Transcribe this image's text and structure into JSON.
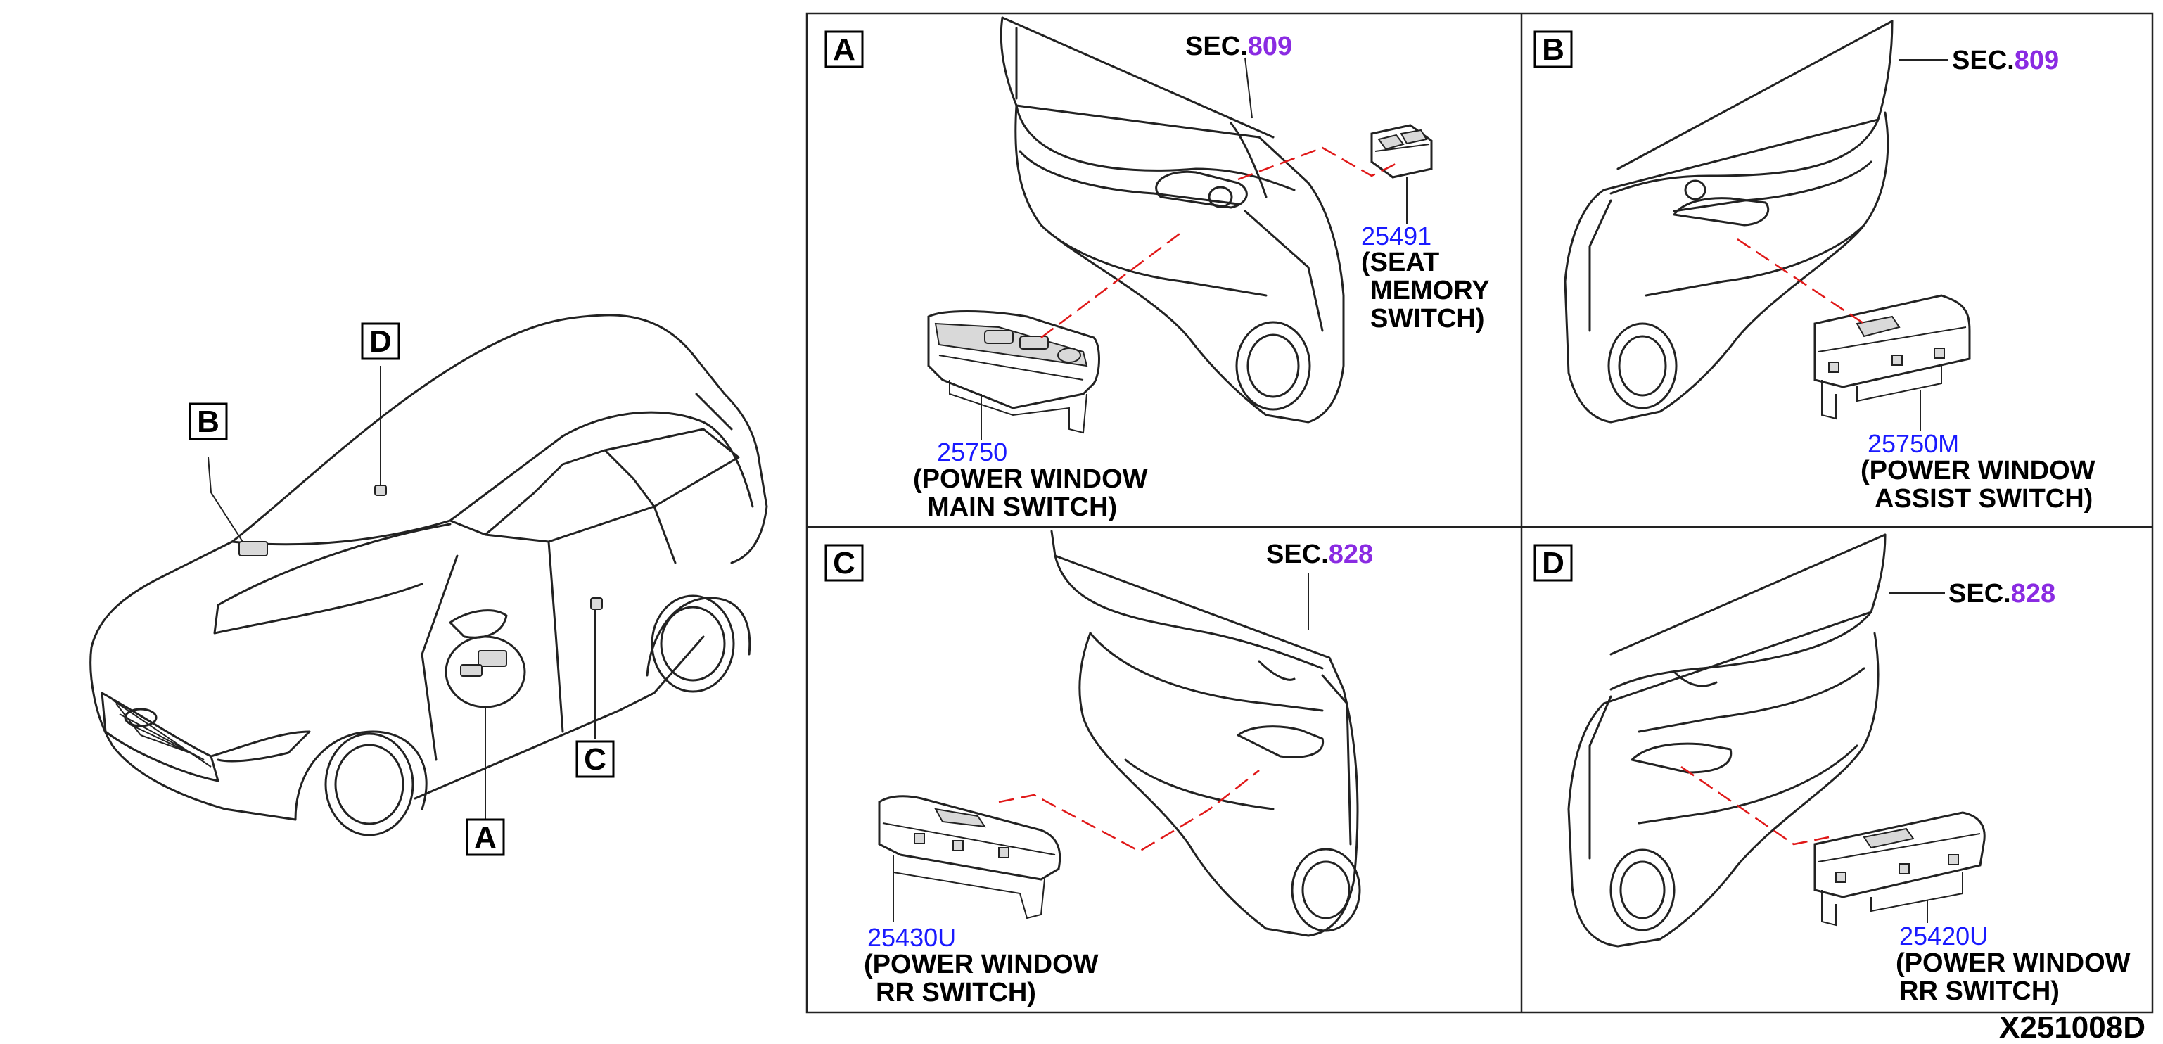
{
  "diagram_code": "X251008D",
  "car_callouts": [
    "A",
    "B",
    "C",
    "D"
  ],
  "panels": [
    {
      "id": "A",
      "sec_prefix": "SEC.",
      "sec_number": "809",
      "parts": [
        {
          "number": "25491",
          "desc_lines": [
            "(SEAT",
            "MEMORY",
            "SWITCH)"
          ]
        },
        {
          "number": "25750",
          "desc_lines": [
            "(POWER WINDOW",
            "MAIN SWITCH)"
          ]
        }
      ]
    },
    {
      "id": "B",
      "sec_prefix": "SEC.",
      "sec_number": "809",
      "parts": [
        {
          "number": "25750M",
          "desc_lines": [
            "(POWER WINDOW",
            "ASSIST SWITCH)"
          ]
        }
      ]
    },
    {
      "id": "C",
      "sec_prefix": "SEC.",
      "sec_number": "828",
      "parts": [
        {
          "number": "25430U",
          "desc_lines": [
            "(POWER WINDOW",
            "RR SWITCH)"
          ]
        }
      ]
    },
    {
      "id": "D",
      "sec_prefix": "SEC.",
      "sec_number": "828",
      "parts": [
        {
          "number": "25420U",
          "desc_lines": [
            "(POWER WINDOW",
            "RR SWITCH)"
          ]
        }
      ]
    }
  ]
}
